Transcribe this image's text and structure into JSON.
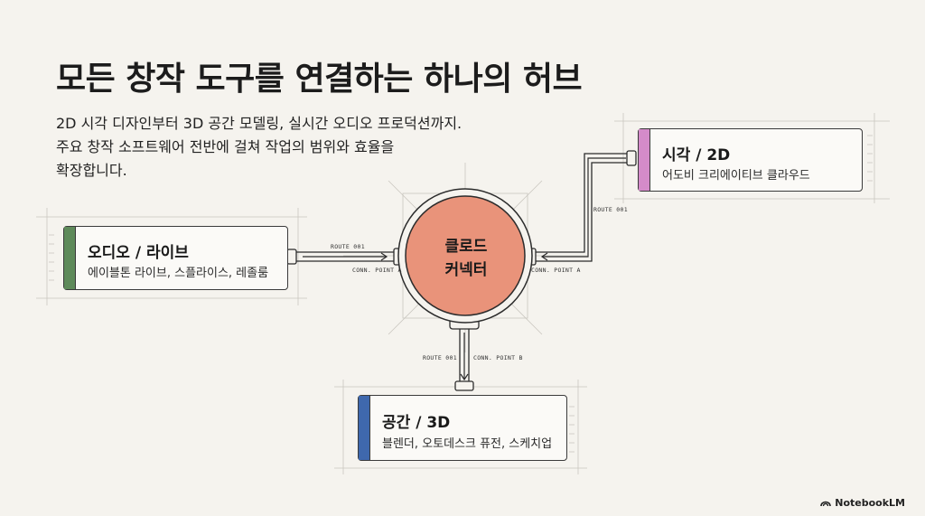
{
  "title": "모든 창작 도구를 연결하는 하나의 허브",
  "subtitle_lines": [
    "2D 시각 디자인부터 3D 공간 모델링, 실시간 오디오 프로덕션까지.",
    "주요 창작 소프트웨어 전반에 걸쳐 작업의 범위와 효율을",
    "확장합니다."
  ],
  "hub": {
    "line1": "클로드",
    "line2": "커넥터",
    "color": "#e9937a"
  },
  "nodes": {
    "visual": {
      "title": "시각 / 2D",
      "subtitle": "어도비 크리에이티브 클라우드",
      "color": "#d48bc9"
    },
    "audio": {
      "title": "오디오 / 라이브",
      "subtitle": "에이블톤 라이브, 스플라이스, 레졸룸",
      "color": "#5e8a5a"
    },
    "spatial": {
      "title": "공간 / 3D",
      "subtitle": "블렌더, 오토데스크 퓨전, 스케치업",
      "color": "#3f68ad"
    }
  },
  "labels": {
    "route_left": "ROUTE 001",
    "conn_left": "CONN. POINT A",
    "route_right": "ROUTE 001",
    "conn_right": "CONN. POINT A",
    "route_bottom": "ROUTE 001",
    "conn_bottom": "CONN. POINT B"
  },
  "brand": "NotebookLM"
}
